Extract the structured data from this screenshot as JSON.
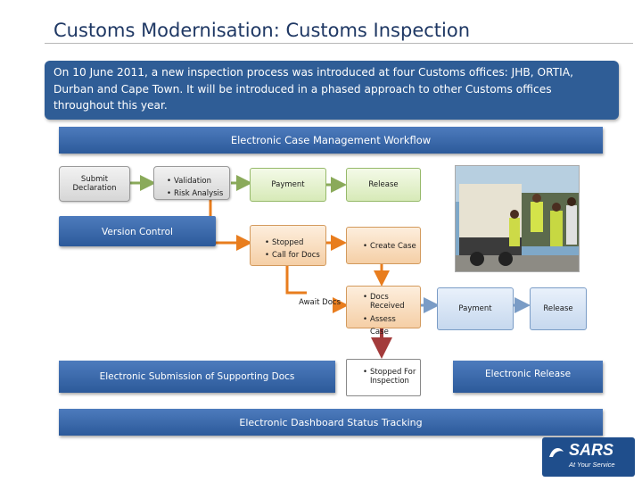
{
  "slide": {
    "title": "Customs Modernisation: Customs Inspection",
    "intro": "On 10 June 2011, a new inspection process was introduced at four Customs offices: JHB, ORTIA, Durban and Cape Town. It will be introduced in a phased approach to other Customs offices throughout this year."
  },
  "workflow": {
    "header": "Electronic Case Management  Workflow",
    "submit": "Submit Declaration",
    "validation": [
      "Validation",
      "Risk Analysis"
    ],
    "version_control": "Version Control",
    "payment_top": "Payment",
    "release_top": "Release",
    "stopped": [
      "Stopped",
      "Call for Docs"
    ],
    "create_case": [
      "Create Case"
    ],
    "await_docs": "Await Docs",
    "docs_received": [
      "Docs Received",
      "Assess Case"
    ],
    "payment_right": "Payment",
    "release_right": "Release",
    "e_submission": "Electronic Submission of Supporting Docs",
    "stopped_inspection": [
      "Stopped For Inspection"
    ],
    "e_release": "Electronic Release",
    "dashboard": "Electronic Dashboard Status Tracking"
  },
  "branding": {
    "logo": "SARS",
    "tagline": "At Your Service"
  },
  "colors": {
    "title": "#1f3864",
    "band": "#2f5d96",
    "orange_arrow": "#e87d1e",
    "red_arrow": "#a33b3b"
  }
}
